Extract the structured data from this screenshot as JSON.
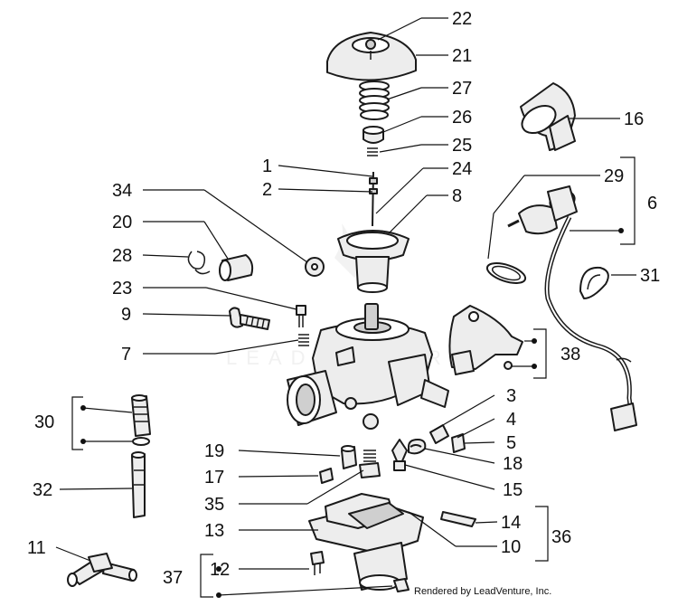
{
  "callouts": {
    "c22": "22",
    "c21": "21",
    "c27": "27",
    "c26": "26",
    "c25": "25",
    "c24": "24",
    "c1": "1",
    "c2": "2",
    "c8": "8",
    "c34": "34",
    "c20": "20",
    "c28": "28",
    "c23": "23",
    "c9": "9",
    "c7": "7",
    "c16": "16",
    "c29": "29",
    "c6": "6",
    "c31": "31",
    "c38": "38",
    "c3": "3",
    "c4": "4",
    "c5": "5",
    "c18": "18",
    "c15": "15",
    "c30": "30",
    "c32": "32",
    "c19": "19",
    "c17": "17",
    "c35": "35",
    "c13": "13",
    "c14": "14",
    "c36": "36",
    "c10": "10",
    "c11": "11",
    "c37": "37",
    "c12": "12"
  },
  "credit": "Rendered by LeadVenture, Inc.",
  "watermark": "LEADVENTURE"
}
